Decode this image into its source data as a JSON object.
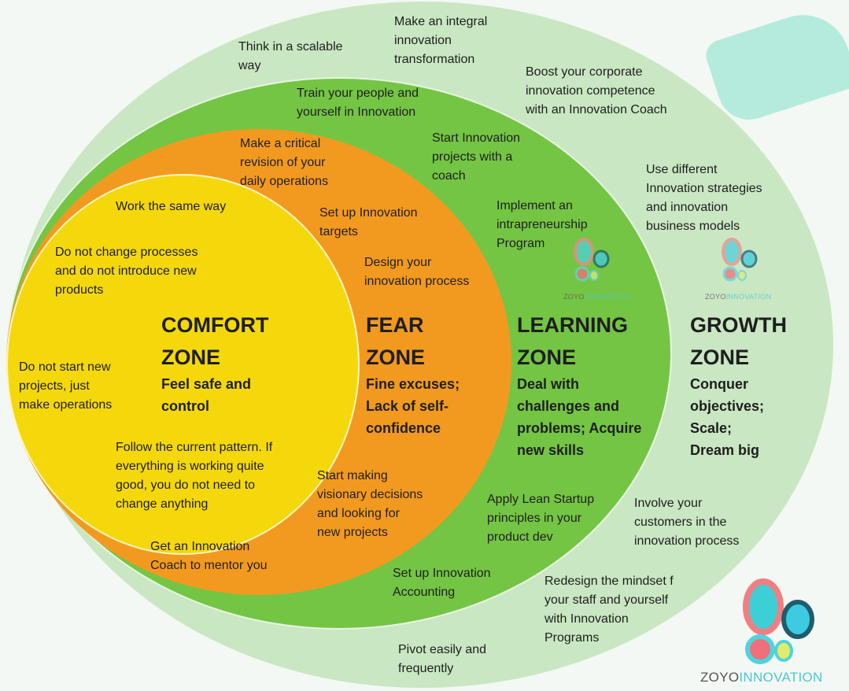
{
  "zones": {
    "comfort": {
      "title": "COMFORT\nZONE",
      "subtitle": "Feel safe and\ncontrol"
    },
    "fear": {
      "title": "FEAR\nZONE",
      "subtitle": "Fine excuses;\nLack of self-\nconfidence"
    },
    "learning": {
      "title": "LEARNING\nZONE",
      "subtitle": "Deal with\nchallenges and\nproblems; Acquire\nnew skills"
    },
    "growth": {
      "title": "GROWTH\nZONE",
      "subtitle": "Conquer\nobjectives;\nScale;\nDream big"
    }
  },
  "comfort_items": [
    "Work the same way",
    "Do not change processes\nand do not introduce new\nproducts",
    "Do not start new\nprojects, just\nmake operations",
    "Follow the current pattern. If\neverything is working quite\ngood, you do not need to\nchange anything"
  ],
  "fear_items": [
    "Make a critical\nrevision of your\ndaily operations",
    "Set up Innovation\ntargets",
    "Design your\ninnovation process",
    "Start making\nvisionary decisions\nand looking for\nnew projects",
    "Get an Innovation\nCoach to mentor you"
  ],
  "learning_items": [
    "Train your people and\nyourself in Innovation",
    "Start Innovation\nprojects with a\ncoach",
    "Implement an\nintrapreneurship\nProgram",
    "Apply Lean Startup\nprinciples in your\nproduct dev",
    "Set up Innovation\nAccounting"
  ],
  "growth_items": [
    "Think in a scalable\nway",
    "Make an integral\ninnovation\ntransformation",
    "Boost your corporate\ninnovation competence\nwith an Innovation Coach",
    "Use different\nInnovation strategies\nand innovation\nbusiness models",
    "Involve your\ncustomers in the\ninnovation process",
    "Redesign the mindset f\nyour staff and yourself\nwith Innovation\nPrograms",
    "Pivot easily and\nfrequently"
  ],
  "logo": {
    "brand_a": "ZOYO",
    "brand_b": "INNOVATION"
  },
  "colors": {
    "growth": "#c9e7c2",
    "learning": "#74c544",
    "fear": "#f29a1f",
    "comfort": "#f4d80c"
  }
}
